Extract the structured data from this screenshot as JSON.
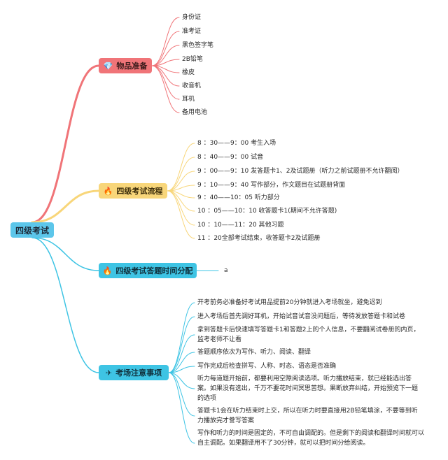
{
  "root": {
    "label": "四级考试"
  },
  "branches": [
    {
      "label": "物品准备",
      "icon": "diamond-icon",
      "color": "#f07478",
      "items": [
        "身份证",
        "准考证",
        "黑色签字笔",
        "2B铅笔",
        "橡皮",
        "收音机",
        "耳机",
        "备用电池"
      ]
    },
    {
      "label": "四级考试流程",
      "icon": "fire-icon",
      "color": "#f8d67a",
      "items": [
        "8 ：30——9：00 考生入场",
        "8 ：40——9：00 试音",
        "9 ：00——9：10 发答题卡1、2及试题册（听力之前试题册不允许翻阅）",
        "9 ：10——9：40 写作部分，作文题目在试题册背面",
        "9 ：40——10：05 听力部分",
        "10 ：05——10：10 收答题卡1(期间不允许答题)",
        "10 ：10——11：20 其他习题",
        "11 ：20全部考试结束，收答题卡2及试题册"
      ]
    },
    {
      "label": "四级考试答题时间分配",
      "icon": "fire-icon",
      "color": "#3ec4e4",
      "items": [
        "a"
      ]
    },
    {
      "label": "考场注意事项",
      "icon": "paper-plane-icon",
      "color": "#3ec4e4",
      "items": [
        "开考前务必准备好考试用品提前20分钟就进入考场就坐，避免迟到",
        "进入考场后首先调好耳机，开始试音试音没问题后，等待发放答题卡和试卷",
        "拿到答题卡后快速填写答题卡1和答题2上的个人信息，不要翻阅试卷册的内页，监考老师不让看",
        "答题顺序依次为写作、听力、阅读、翻译",
        "写作完成后检查拼写、人称、时态、语态是否准确",
        "听力每道题开始前，都要利用空隙阅读选项。听力播放结束，就已经能选出答案。如果没有选出，千万不要花时间冥思苦想。果断放弃纠结，开始预览下一题的选项",
        "答题卡1会在听力结束时上交，所以在听力时要直接用2B铅笔填涂，不要等到听力播放完才誊写答案",
        "写作和听力的时间是固定的，不可自由调配的。但是剩下的阅读和翻译时间就可以自主调配。如果翻译用不了30分钟，就可以把时间分给阅读。"
      ]
    }
  ]
}
